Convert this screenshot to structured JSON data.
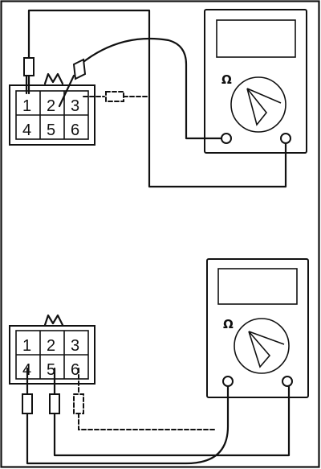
{
  "top_figure": {
    "connector_pins": [
      "1",
      "2",
      "3",
      "4",
      "5",
      "6"
    ],
    "meter_unit_symbol": "Ω"
  },
  "bottom_figure": {
    "connector_pins": [
      "1",
      "2",
      "3",
      "4",
      "5",
      "6"
    ],
    "meter_unit_symbol": "Ω"
  }
}
